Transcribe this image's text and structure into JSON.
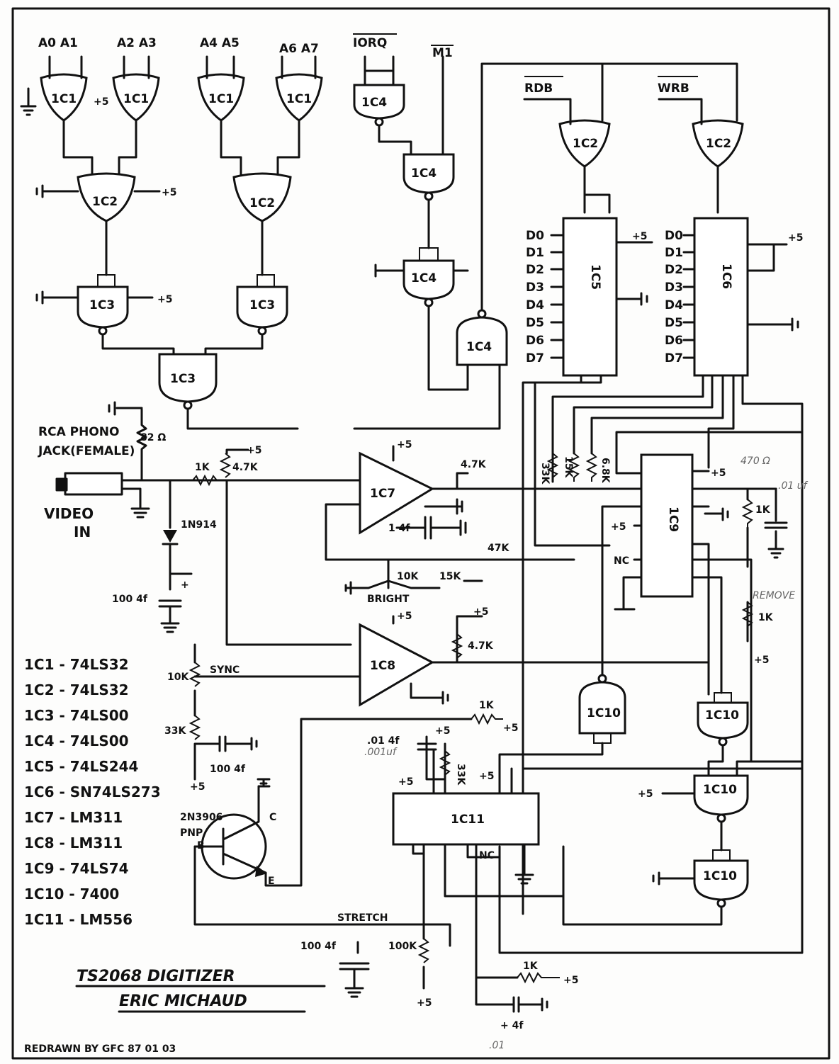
{
  "title": {
    "line1": "TS2068 DIGITIZER",
    "line2": "ERIC MICHAUD",
    "credit": "REDRAWN BY GFC   87 01 03"
  },
  "labels": {
    "a0a1": "A0 A1",
    "a2a3": "A2 A3",
    "a4a5": "A4 A5",
    "a6a7": "A6 A7",
    "iorq": "IORQ",
    "m1": "M1",
    "rdb": "RDB",
    "wrb": "WRB",
    "ic1": "1C1",
    "ic2": "1C2",
    "ic3": "1C3",
    "ic4": "1C4",
    "ic5": "1C5",
    "ic6": "1C6",
    "ic7": "1C7",
    "ic8": "1C8",
    "ic9": "1C9",
    "ic10": "1C10",
    "ic11": "1C11",
    "plus5": "+5",
    "plus": "+",
    "rca1": "RCA PHONO",
    "rca2": "JACK(FEMALE)",
    "video1": "VIDEO",
    "video2": "IN",
    "r82": "82 Ω",
    "diode": "1N914",
    "cap100": "100 4f",
    "r1k": "1K",
    "r47k": "4.7K",
    "r47k2": "4.7K",
    "r47k3": "4.7K",
    "r33k": "33K",
    "r15k": "15K",
    "r68k": "6.8K",
    "cap1u": "1 4f",
    "cap1u2": "+ 4f",
    "r47k_pot": "47K",
    "r10k": "10K",
    "r15k2": "15K",
    "bright": "BRIGHT",
    "sync": "SYNC",
    "nc": "NC",
    "r1k_b": "1K",
    "r1k_c": "1K",
    "pencil_470": "470 Ω",
    "pencil_cap": ".01 uf",
    "pencil_remove": "REMOVE",
    "pencil_cap001": ".001uf",
    "pencil_01": ".01",
    "cap001": ".01 4f",
    "q_part": "2N3906",
    "pnp": "PNP",
    "b": "B",
    "c": "C",
    "e": "E",
    "stretch": "STRETCH",
    "r100k": "100K"
  },
  "ic5": {
    "d": [
      "D0",
      "D1",
      "D2",
      "D3",
      "D4",
      "D5",
      "D6",
      "D7"
    ]
  },
  "ic6": {
    "d": [
      "D0",
      "D1",
      "D2",
      "D3",
      "D4",
      "D5",
      "D6",
      "D7"
    ]
  },
  "parts": [
    "1C1 - 74LS32",
    "1C2 - 74LS32",
    "1C3 - 74LS00",
    "1C4 - 74LS00",
    "1C5 - 74LS244",
    "1C6 - SN74LS273",
    "1C7 - LM311",
    "1C8 - LM311",
    "1C9 - 74LS74",
    "1C10 - 7400",
    "1C11 - LM556"
  ]
}
